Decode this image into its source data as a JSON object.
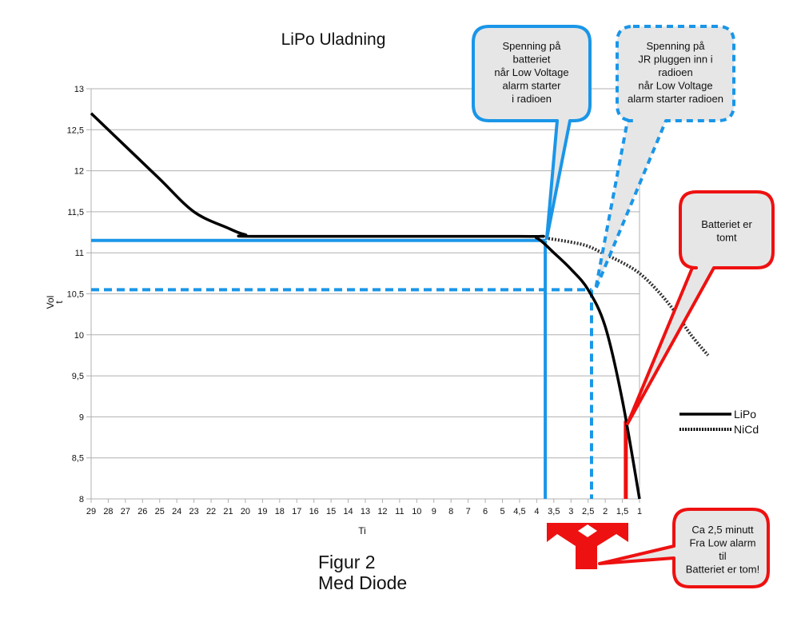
{
  "chart_data": {
    "type": "line",
    "title": "LiPo Uladning",
    "xlabel": "Ti",
    "ylabel_lines": [
      "Vol",
      "t"
    ],
    "categories": [
      "29",
      "28",
      "27",
      "26",
      "25",
      "24",
      "23",
      "22",
      "21",
      "20",
      "19",
      "18",
      "17",
      "16",
      "15",
      "14",
      "13",
      "12",
      "11",
      "10",
      "9",
      "8",
      "7",
      "6",
      "5",
      "4,5",
      "4",
      "3,5",
      "3",
      "2,5",
      "2",
      "1,5",
      "1"
    ],
    "y_ticks": [
      8,
      8.5,
      9,
      9.5,
      10,
      10.5,
      11,
      11.5,
      12,
      12.5,
      13
    ],
    "y_tick_labels": [
      "8",
      "8,5",
      "9",
      "9,5",
      "10",
      "10,5",
      "11",
      "11,5",
      "12",
      "12,5",
      "13"
    ],
    "ylim": [
      8,
      13
    ],
    "grid": true,
    "legend_position": "right",
    "series": [
      {
        "name": "LiPo",
        "style": "solid",
        "color": "#000000",
        "points": [
          {
            "x": 29,
            "y": 12.7
          },
          {
            "x": 27,
            "y": 12.3
          },
          {
            "x": 25,
            "y": 11.9
          },
          {
            "x": 23,
            "y": 11.5
          },
          {
            "x": 21,
            "y": 11.3
          },
          {
            "x": 20,
            "y": 11.22
          },
          {
            "x": 19,
            "y": 11.2
          },
          {
            "x": 4.5,
            "y": 11.2
          },
          {
            "x": 4,
            "y": 11.18
          },
          {
            "x": 3.5,
            "y": 11.0
          },
          {
            "x": 3,
            "y": 10.8
          },
          {
            "x": 2.5,
            "y": 10.55
          },
          {
            "x": 2,
            "y": 10.1
          },
          {
            "x": 1.5,
            "y": 9.2
          },
          {
            "x": 1,
            "y": 8.0
          }
        ]
      },
      {
        "name": "NiCd",
        "style": "dotted",
        "color": "#333333",
        "points": [
          {
            "x": 3.75,
            "y": 11.18
          },
          {
            "x": 3,
            "y": 11.13
          },
          {
            "x": 2.5,
            "y": 11.08
          },
          {
            "x": 2,
            "y": 10.98
          },
          {
            "x": 1.5,
            "y": 10.88
          },
          {
            "x": 1,
            "y": 10.75
          },
          {
            "x": 0.5,
            "y": 10.55
          },
          {
            "x": 0,
            "y": 10.3
          },
          {
            "x": -0.5,
            "y": 10.0
          },
          {
            "x": -1,
            "y": 9.75
          }
        ]
      }
    ],
    "reference_lines": [
      {
        "name": "battery-alarm-voltage",
        "style": "solid",
        "color": "#1a96e8",
        "y": 11.15,
        "x_at": 3.75
      },
      {
        "name": "plug-alarm-voltage",
        "style": "dashed",
        "color": "#1a96e8",
        "y": 10.55,
        "x_at": 2.4
      },
      {
        "name": "battery-empty",
        "style": "solid",
        "color": "#ee1111",
        "y": 8.95,
        "x_at": 1.4
      }
    ],
    "annotations": [
      {
        "id": "battery-alarm",
        "color": "#1a96e8",
        "style": "solid",
        "lines": [
          "Spenning på",
          "batteriet",
          "når Low Voltage",
          "alarm starter",
          " i radioen"
        ]
      },
      {
        "id": "plug-alarm",
        "color": "#1a96e8",
        "style": "dashed",
        "lines": [
          "Spenning på",
          "JR pluggen inn i",
          "radioen",
          "når Low Voltage",
          "alarm starter radioen"
        ]
      },
      {
        "id": "empty",
        "color": "#ee1111",
        "style": "solid",
        "lines": [
          "Batteriet er",
          " tomt"
        ]
      },
      {
        "id": "duration",
        "color": "#ee1111",
        "style": "solid",
        "lines": [
          "Ca 2,5 minutt",
          "Fra Low alarm",
          "til",
          "Batteriet er tom!"
        ]
      }
    ]
  },
  "caption": {
    "line1": "Figur 2",
    "line2": "Med Diode"
  },
  "colors": {
    "blue": "#1a96e8",
    "red": "#ee1111",
    "grid": "#b0b0b0",
    "callout_fill": "#e6e6e6"
  }
}
